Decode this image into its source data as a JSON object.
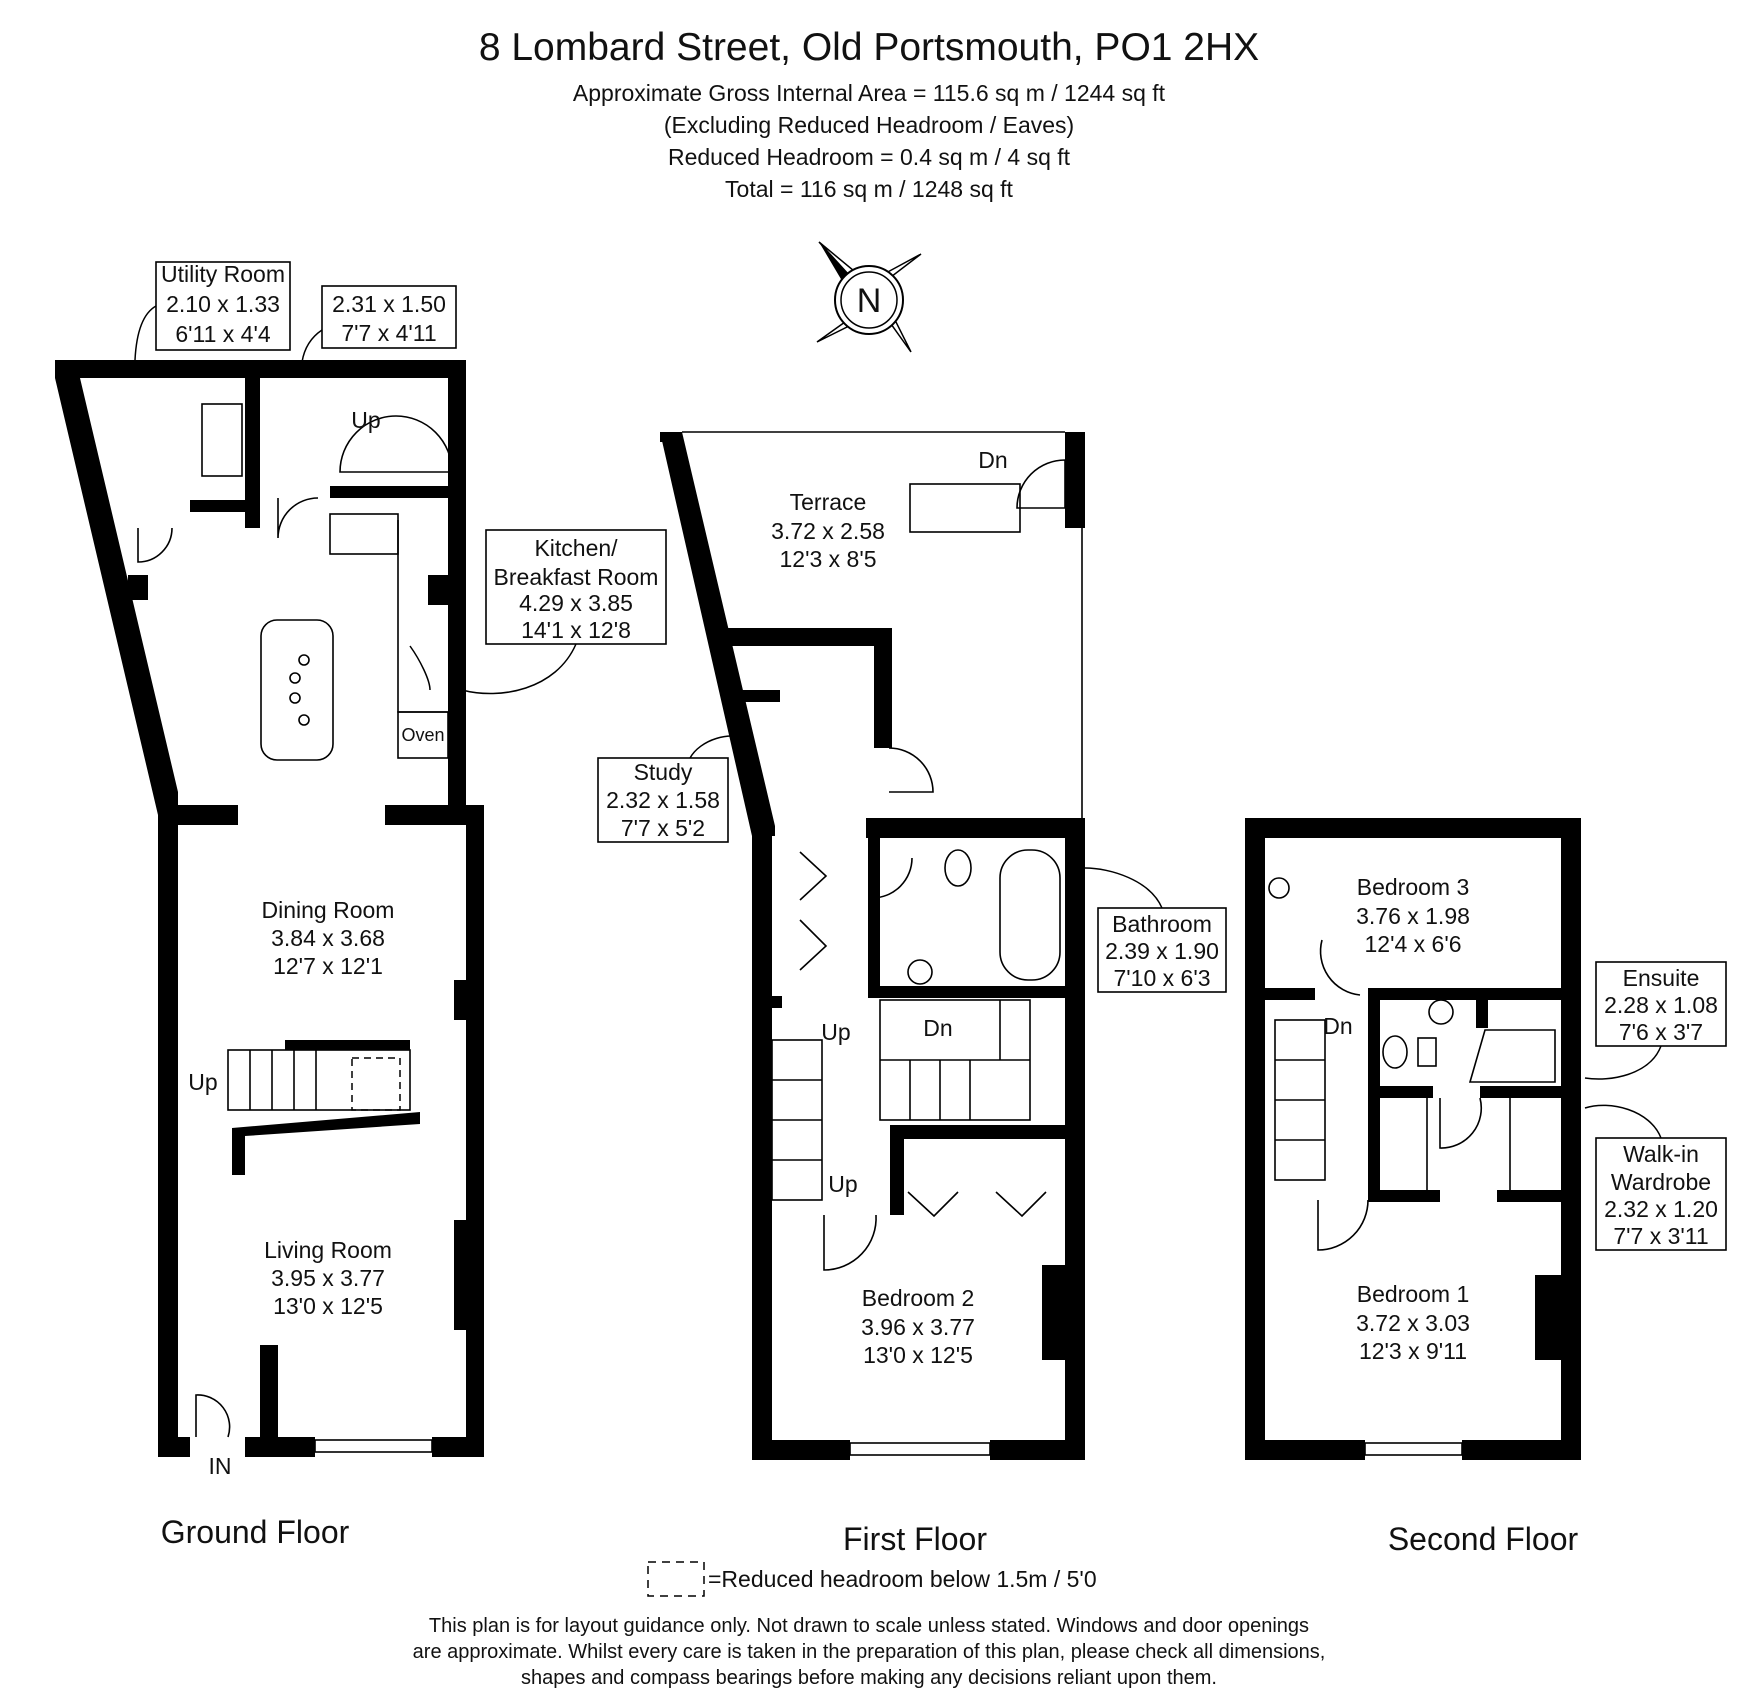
{
  "header": {
    "title": "8 Lombard Street, Old Portsmouth, PO1 2HX",
    "lines": [
      "Approximate Gross Internal Area = 115.6 sq m / 1244 sq ft",
      "(Excluding Reduced Headroom / Eaves)",
      "Reduced Headroom = 0.4 sq m / 4 sq ft",
      "Total = 116 sq m / 1248 sq ft"
    ]
  },
  "compass": {
    "label": "N"
  },
  "rooms": {
    "utility": {
      "name": "Utility Room",
      "metric": "2.10 x 1.33",
      "imperial": "6'11 x 4'4"
    },
    "unnamed_hall": {
      "metric": "2.31 x 1.50",
      "imperial": "7'7 x 4'11"
    },
    "kitchen": {
      "name_line1": "Kitchen/",
      "name_line2": "Breakfast Room",
      "metric": "4.29 x 3.85",
      "imperial": "14'1 x 12'8"
    },
    "dining": {
      "name": "Dining Room",
      "metric": "3.84 x 3.68",
      "imperial": "12'7 x 12'1"
    },
    "living": {
      "name": "Living Room",
      "metric": "3.95 x 3.77",
      "imperial": "13'0 x 12'5"
    },
    "terrace": {
      "name": "Terrace",
      "metric": "3.72 x 2.58",
      "imperial": "12'3 x 8'5"
    },
    "study": {
      "name": "Study",
      "metric": "2.32 x 1.58",
      "imperial": "7'7 x 5'2"
    },
    "bathroom": {
      "name": "Bathroom",
      "metric": "2.39 x 1.90",
      "imperial": "7'10 x 6'3"
    },
    "bedroom2": {
      "name": "Bedroom 2",
      "metric": "3.96 x 3.77",
      "imperial": "13'0 x 12'5"
    },
    "bedroom3": {
      "name": "Bedroom 3",
      "metric": "3.76 x 1.98",
      "imperial": "12'4 x 6'6"
    },
    "ensuite": {
      "name": "Ensuite",
      "metric": "2.28 x 1.08",
      "imperial": "7'6 x 3'7"
    },
    "wardrobe": {
      "name_line1": "Walk-in",
      "name_line2": "Wardrobe",
      "metric": "2.32 x 1.20",
      "imperial": "7'7 x 3'11"
    },
    "bedroom1": {
      "name": "Bedroom 1",
      "metric": "3.72 x 3.03",
      "imperial": "12'3 x 9'11"
    }
  },
  "labels": {
    "up": "Up",
    "dn": "Dn",
    "oven": "Oven",
    "entrance": "IN"
  },
  "floors": {
    "ground": "Ground Floor",
    "first": "First Floor",
    "second": "Second Floor"
  },
  "legend": {
    "text": "=Reduced headroom below 1.5m / 5'0"
  },
  "disclaimer": [
    "This plan is for layout guidance only. Not drawn to scale unless stated. Windows and door openings",
    "are approximate. Whilst every care is taken in the preparation of this plan, please check all dimensions,",
    "shapes and compass bearings before making any decisions reliant upon them."
  ]
}
